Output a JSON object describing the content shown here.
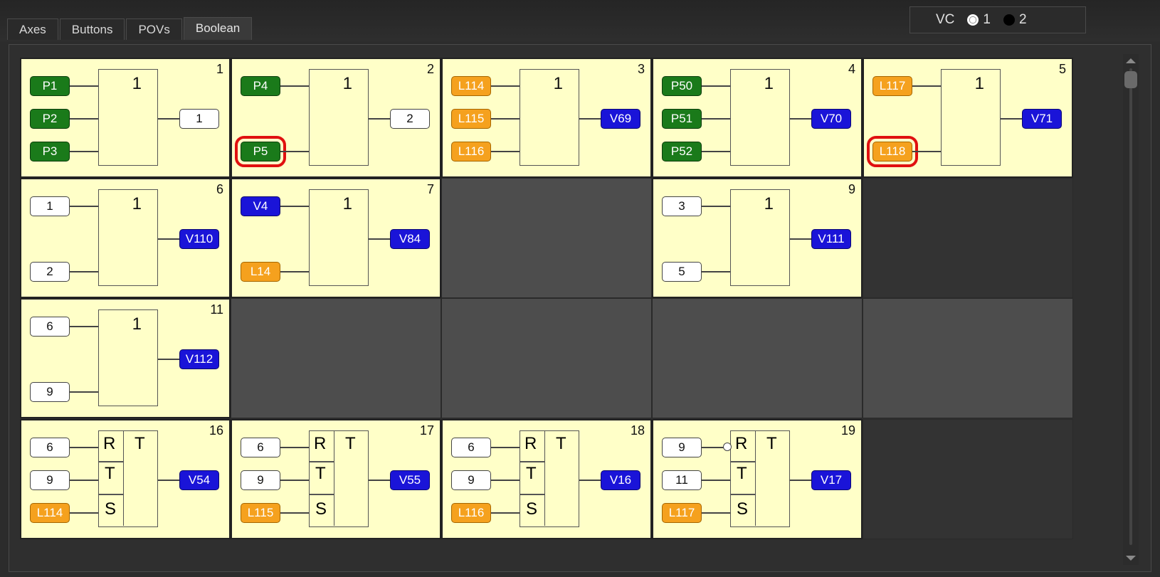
{
  "tabs": [
    {
      "label": "Axes",
      "active": false
    },
    {
      "label": "Buttons",
      "active": false
    },
    {
      "label": "POVs",
      "active": false
    },
    {
      "label": "Boolean",
      "active": true
    }
  ],
  "vc": {
    "label": "VC",
    "options": [
      "1",
      "2"
    ],
    "selected": "1"
  },
  "colors": {
    "green": "#1a7a1a",
    "orange": "#f5a11e",
    "blue": "#1a14d8",
    "cell": "#ffffc8",
    "highlight": "#e01010"
  },
  "cells": [
    {
      "num": "1",
      "type": "or",
      "gate_label": "1",
      "inputs": [
        {
          "text": "P1",
          "color": "green"
        },
        {
          "text": "P2",
          "color": "green"
        },
        {
          "text": "P3",
          "color": "green"
        }
      ],
      "output": {
        "text": "1",
        "color": "white"
      }
    },
    {
      "num": "2",
      "type": "or",
      "gate_label": "1",
      "inputs": [
        {
          "text": "P4",
          "color": "green"
        },
        null,
        {
          "text": "P5",
          "color": "green",
          "selected": true
        }
      ],
      "output": {
        "text": "2",
        "color": "white"
      }
    },
    {
      "num": "3",
      "type": "or",
      "gate_label": "1",
      "inputs": [
        {
          "text": "L114",
          "color": "orange"
        },
        {
          "text": "L115",
          "color": "orange"
        },
        {
          "text": "L116",
          "color": "orange"
        }
      ],
      "output": {
        "text": "V69",
        "color": "blue"
      }
    },
    {
      "num": "4",
      "type": "or",
      "gate_label": "1",
      "inputs": [
        {
          "text": "P50",
          "color": "green"
        },
        {
          "text": "P51",
          "color": "green"
        },
        {
          "text": "P52",
          "color": "green"
        }
      ],
      "output": {
        "text": "V70",
        "color": "blue"
      }
    },
    {
      "num": "5",
      "type": "or",
      "gate_label": "1",
      "inputs": [
        {
          "text": "L117",
          "color": "orange"
        },
        null,
        {
          "text": "L118",
          "color": "orange",
          "selected": true
        }
      ],
      "output": {
        "text": "V71",
        "color": "blue"
      }
    },
    {
      "num": "6",
      "type": "or2",
      "gate_label": "1",
      "inputs": [
        {
          "text": "1",
          "color": "white"
        },
        {
          "text": "2",
          "color": "white"
        }
      ],
      "output": {
        "text": "V110",
        "color": "blue"
      }
    },
    {
      "num": "7",
      "type": "or2",
      "gate_label": "1",
      "inputs": [
        {
          "text": "V4",
          "color": "blue"
        },
        {
          "text": "L14",
          "color": "orange"
        }
      ],
      "output": {
        "text": "V84",
        "color": "blue"
      }
    },
    {
      "num": "",
      "type": "empty"
    },
    {
      "num": "9",
      "type": "or2",
      "gate_label": "1",
      "inputs": [
        {
          "text": "3",
          "color": "white"
        },
        {
          "text": "5",
          "color": "white"
        }
      ],
      "output": {
        "text": "V111",
        "color": "blue"
      }
    },
    {
      "num": "",
      "type": "empty",
      "dark": true
    },
    {
      "num": "11",
      "type": "or2",
      "gate_label": "1",
      "inputs": [
        {
          "text": "6",
          "color": "white"
        },
        {
          "text": "9",
          "color": "white"
        }
      ],
      "output": {
        "text": "V112",
        "color": "blue"
      }
    },
    {
      "num": "",
      "type": "empty"
    },
    {
      "num": "",
      "type": "empty"
    },
    {
      "num": "",
      "type": "empty"
    },
    {
      "num": "",
      "type": "empty"
    },
    {
      "num": "16",
      "type": "ff",
      "ff_labels": [
        "R",
        "T",
        "S",
        "T"
      ],
      "inputs": [
        {
          "text": "6",
          "color": "white"
        },
        {
          "text": "9",
          "color": "white"
        },
        {
          "text": "L114",
          "color": "orange"
        }
      ],
      "output": {
        "text": "V54",
        "color": "blue"
      }
    },
    {
      "num": "17",
      "type": "ff",
      "ff_labels": [
        "R",
        "T",
        "S",
        "T"
      ],
      "inputs": [
        {
          "text": "6",
          "color": "white"
        },
        {
          "text": "9",
          "color": "white"
        },
        {
          "text": "L115",
          "color": "orange"
        }
      ],
      "output": {
        "text": "V55",
        "color": "blue"
      }
    },
    {
      "num": "18",
      "type": "ff",
      "ff_labels": [
        "R",
        "T",
        "S",
        "T"
      ],
      "inputs": [
        {
          "text": "6",
          "color": "white"
        },
        {
          "text": "9",
          "color": "white"
        },
        {
          "text": "L116",
          "color": "orange"
        }
      ],
      "output": {
        "text": "V16",
        "color": "blue"
      }
    },
    {
      "num": "19",
      "type": "ff",
      "ff_labels": [
        "R",
        "T",
        "S",
        "T"
      ],
      "invert_r": true,
      "inputs": [
        {
          "text": "9",
          "color": "white"
        },
        {
          "text": "11",
          "color": "white"
        },
        {
          "text": "L117",
          "color": "orange"
        }
      ],
      "output": {
        "text": "V17",
        "color": "blue"
      }
    },
    {
      "num": "",
      "type": "empty",
      "dark": true
    }
  ]
}
